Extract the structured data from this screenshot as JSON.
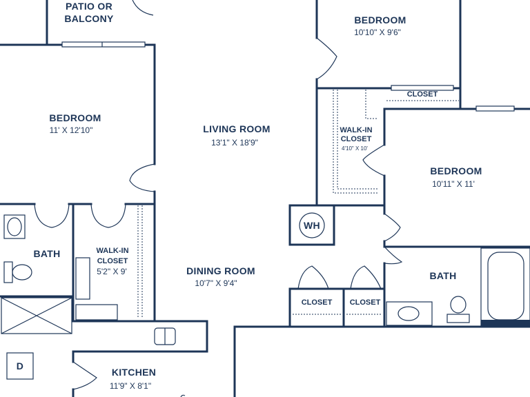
{
  "rooms": {
    "patio": {
      "line1": "PATIO OR",
      "line2": "BALCONY"
    },
    "bedroom_top": {
      "name": "BEDROOM",
      "dims": "10'10\" X 9'6\""
    },
    "closet_top": {
      "name": "CLOSET"
    },
    "bedroom_left": {
      "name": "BEDROOM",
      "dims": "11' X 12'10\""
    },
    "living": {
      "name": "LIVING ROOM",
      "dims": "13'1\" X 18'9\""
    },
    "walkin_right": {
      "line1": "WALK-IN",
      "line2": "CLOSET",
      "dims": "4'10\" X 10'"
    },
    "bedroom_right": {
      "name": "BEDROOM",
      "dims": "10'11\" X 11'"
    },
    "water_heater": {
      "name": "WH"
    },
    "bath_left": {
      "name": "BATH"
    },
    "walkin_left": {
      "line1": "WALK-IN",
      "line2": "CLOSET",
      "dims": "5'2\" X 9'"
    },
    "dining": {
      "name": "DINING ROOM",
      "dims": "10'7\" X 9'4\""
    },
    "closet_a": {
      "name": "CLOSET"
    },
    "closet_b": {
      "name": "CLOSET"
    },
    "bath_right": {
      "name": "BATH"
    },
    "dryer": {
      "name": "D"
    },
    "kitchen": {
      "name": "KITCHEN",
      "dims": "11'9\" X 8'1\""
    }
  },
  "colors": {
    "wall": "#1d3557",
    "background": "#ffffff"
  }
}
